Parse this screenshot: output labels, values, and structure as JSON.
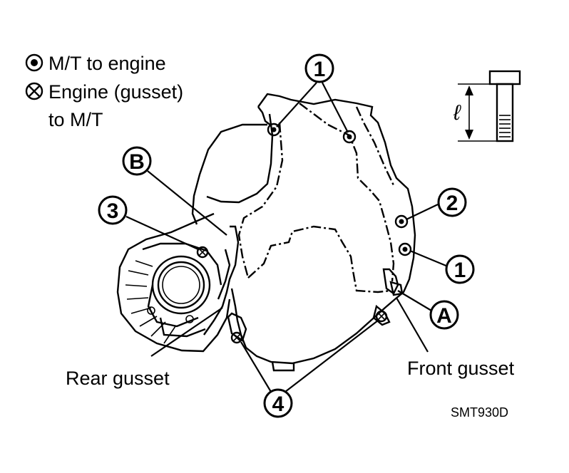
{
  "legend": {
    "mt_to_engine": "M/T to engine",
    "engine_gusset_line1": "Engine (gusset)",
    "engine_gusset_line2": "to M/T",
    "mt_to_engine_icon": "bolt-dot-circle-icon",
    "engine_to_mt_icon": "bolt-cross-circle-icon"
  },
  "callouts": {
    "one": "1",
    "two": "2",
    "three": "3",
    "four": "4",
    "a": "A",
    "b": "B"
  },
  "labels": {
    "rear_gusset": "Rear gusset",
    "front_gusset": "Front gusset",
    "length_symbol": "ℓ"
  },
  "figure_code": "SMT930D"
}
